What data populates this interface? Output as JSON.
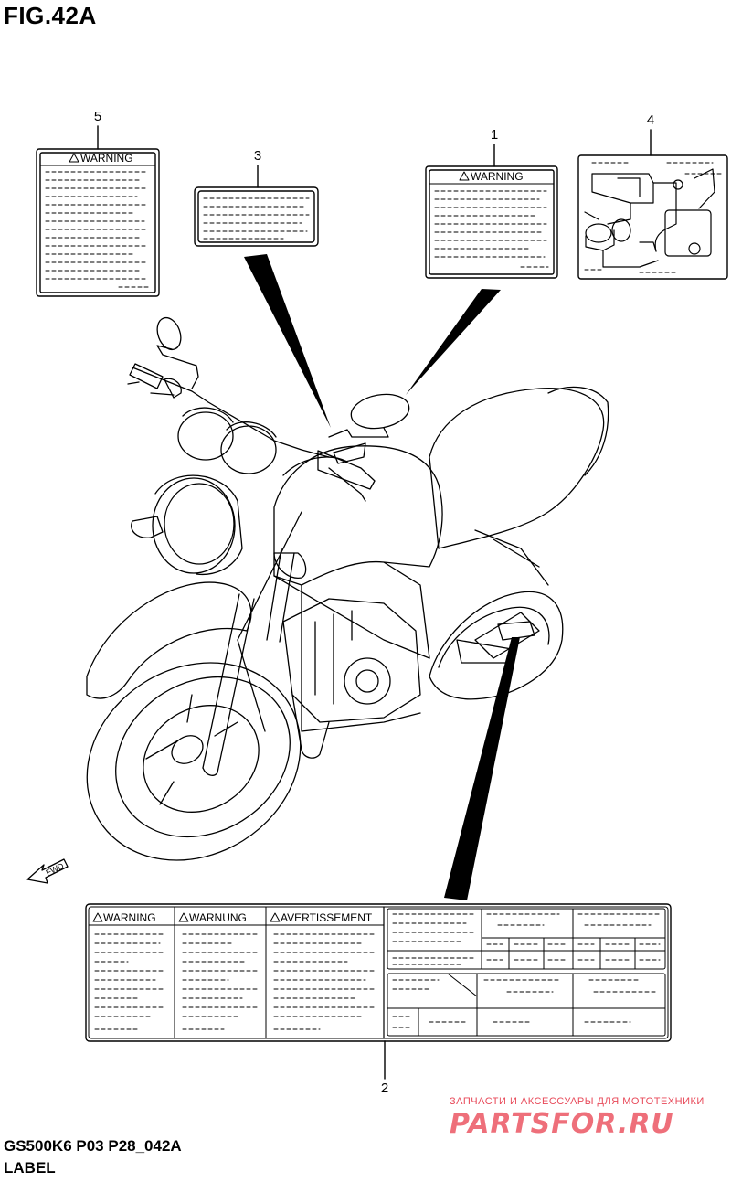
{
  "figure": {
    "title": "FIG.42A"
  },
  "footer": {
    "model_code": "GS500K6 P03 P28_042A",
    "section": "LABEL"
  },
  "callouts": [
    {
      "number": "1",
      "label_heading": "WARNING"
    },
    {
      "number": "2",
      "headings": [
        "WARNING",
        "WARNUNG",
        "AVERTISSEMENT"
      ]
    },
    {
      "number": "3"
    },
    {
      "number": "4"
    },
    {
      "number": "5",
      "label_heading": "WARNING"
    }
  ],
  "fwd_arrow": {
    "text": "FWD"
  },
  "watermark": {
    "tagline": "ЗАПЧАСТИ И АКСЕССУАРЫ ДЛЯ МОТОТЕХНИКИ",
    "logo": "PARTSFOR.RU"
  }
}
